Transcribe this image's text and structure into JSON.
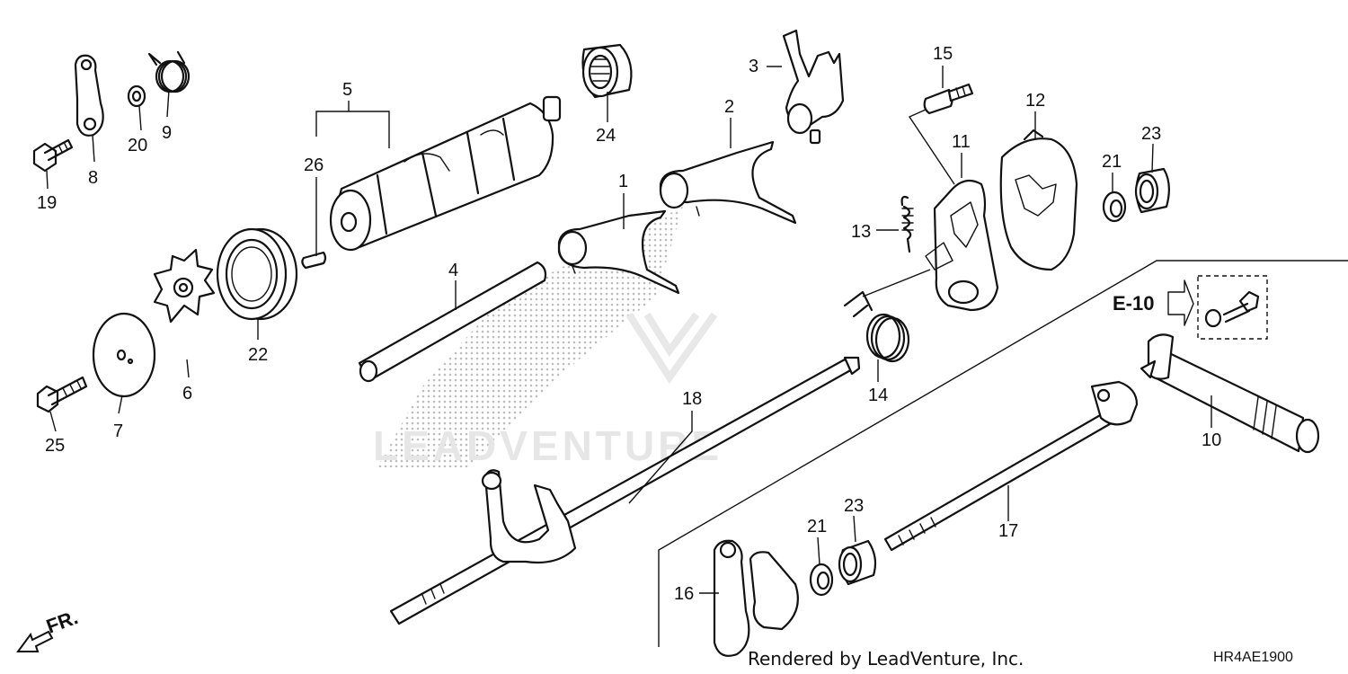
{
  "callouts": {
    "c1": "1",
    "c2": "2",
    "c3": "3",
    "c4": "4",
    "c5": "5",
    "c6": "6",
    "c7": "7",
    "c8": "8",
    "c9": "9",
    "c10": "10",
    "c11": "11",
    "c12": "12",
    "c13": "13",
    "c14": "14",
    "c15": "15",
    "c16": "16",
    "c17": "17",
    "c18": "18",
    "c19": "19",
    "c20": "20",
    "c21a": "21",
    "c21b": "21",
    "c22": "22",
    "c23a": "23",
    "c23b": "23",
    "c24": "24",
    "c25": "25",
    "c26": "26"
  },
  "reference": {
    "label": "E-10"
  },
  "direction": {
    "label": "FR."
  },
  "footer": {
    "rendered_by": "Rendered by LeadVenture, Inc.",
    "diagram_code": "HR4AE1900"
  },
  "watermark": {
    "text": "LEADVENTURE"
  }
}
